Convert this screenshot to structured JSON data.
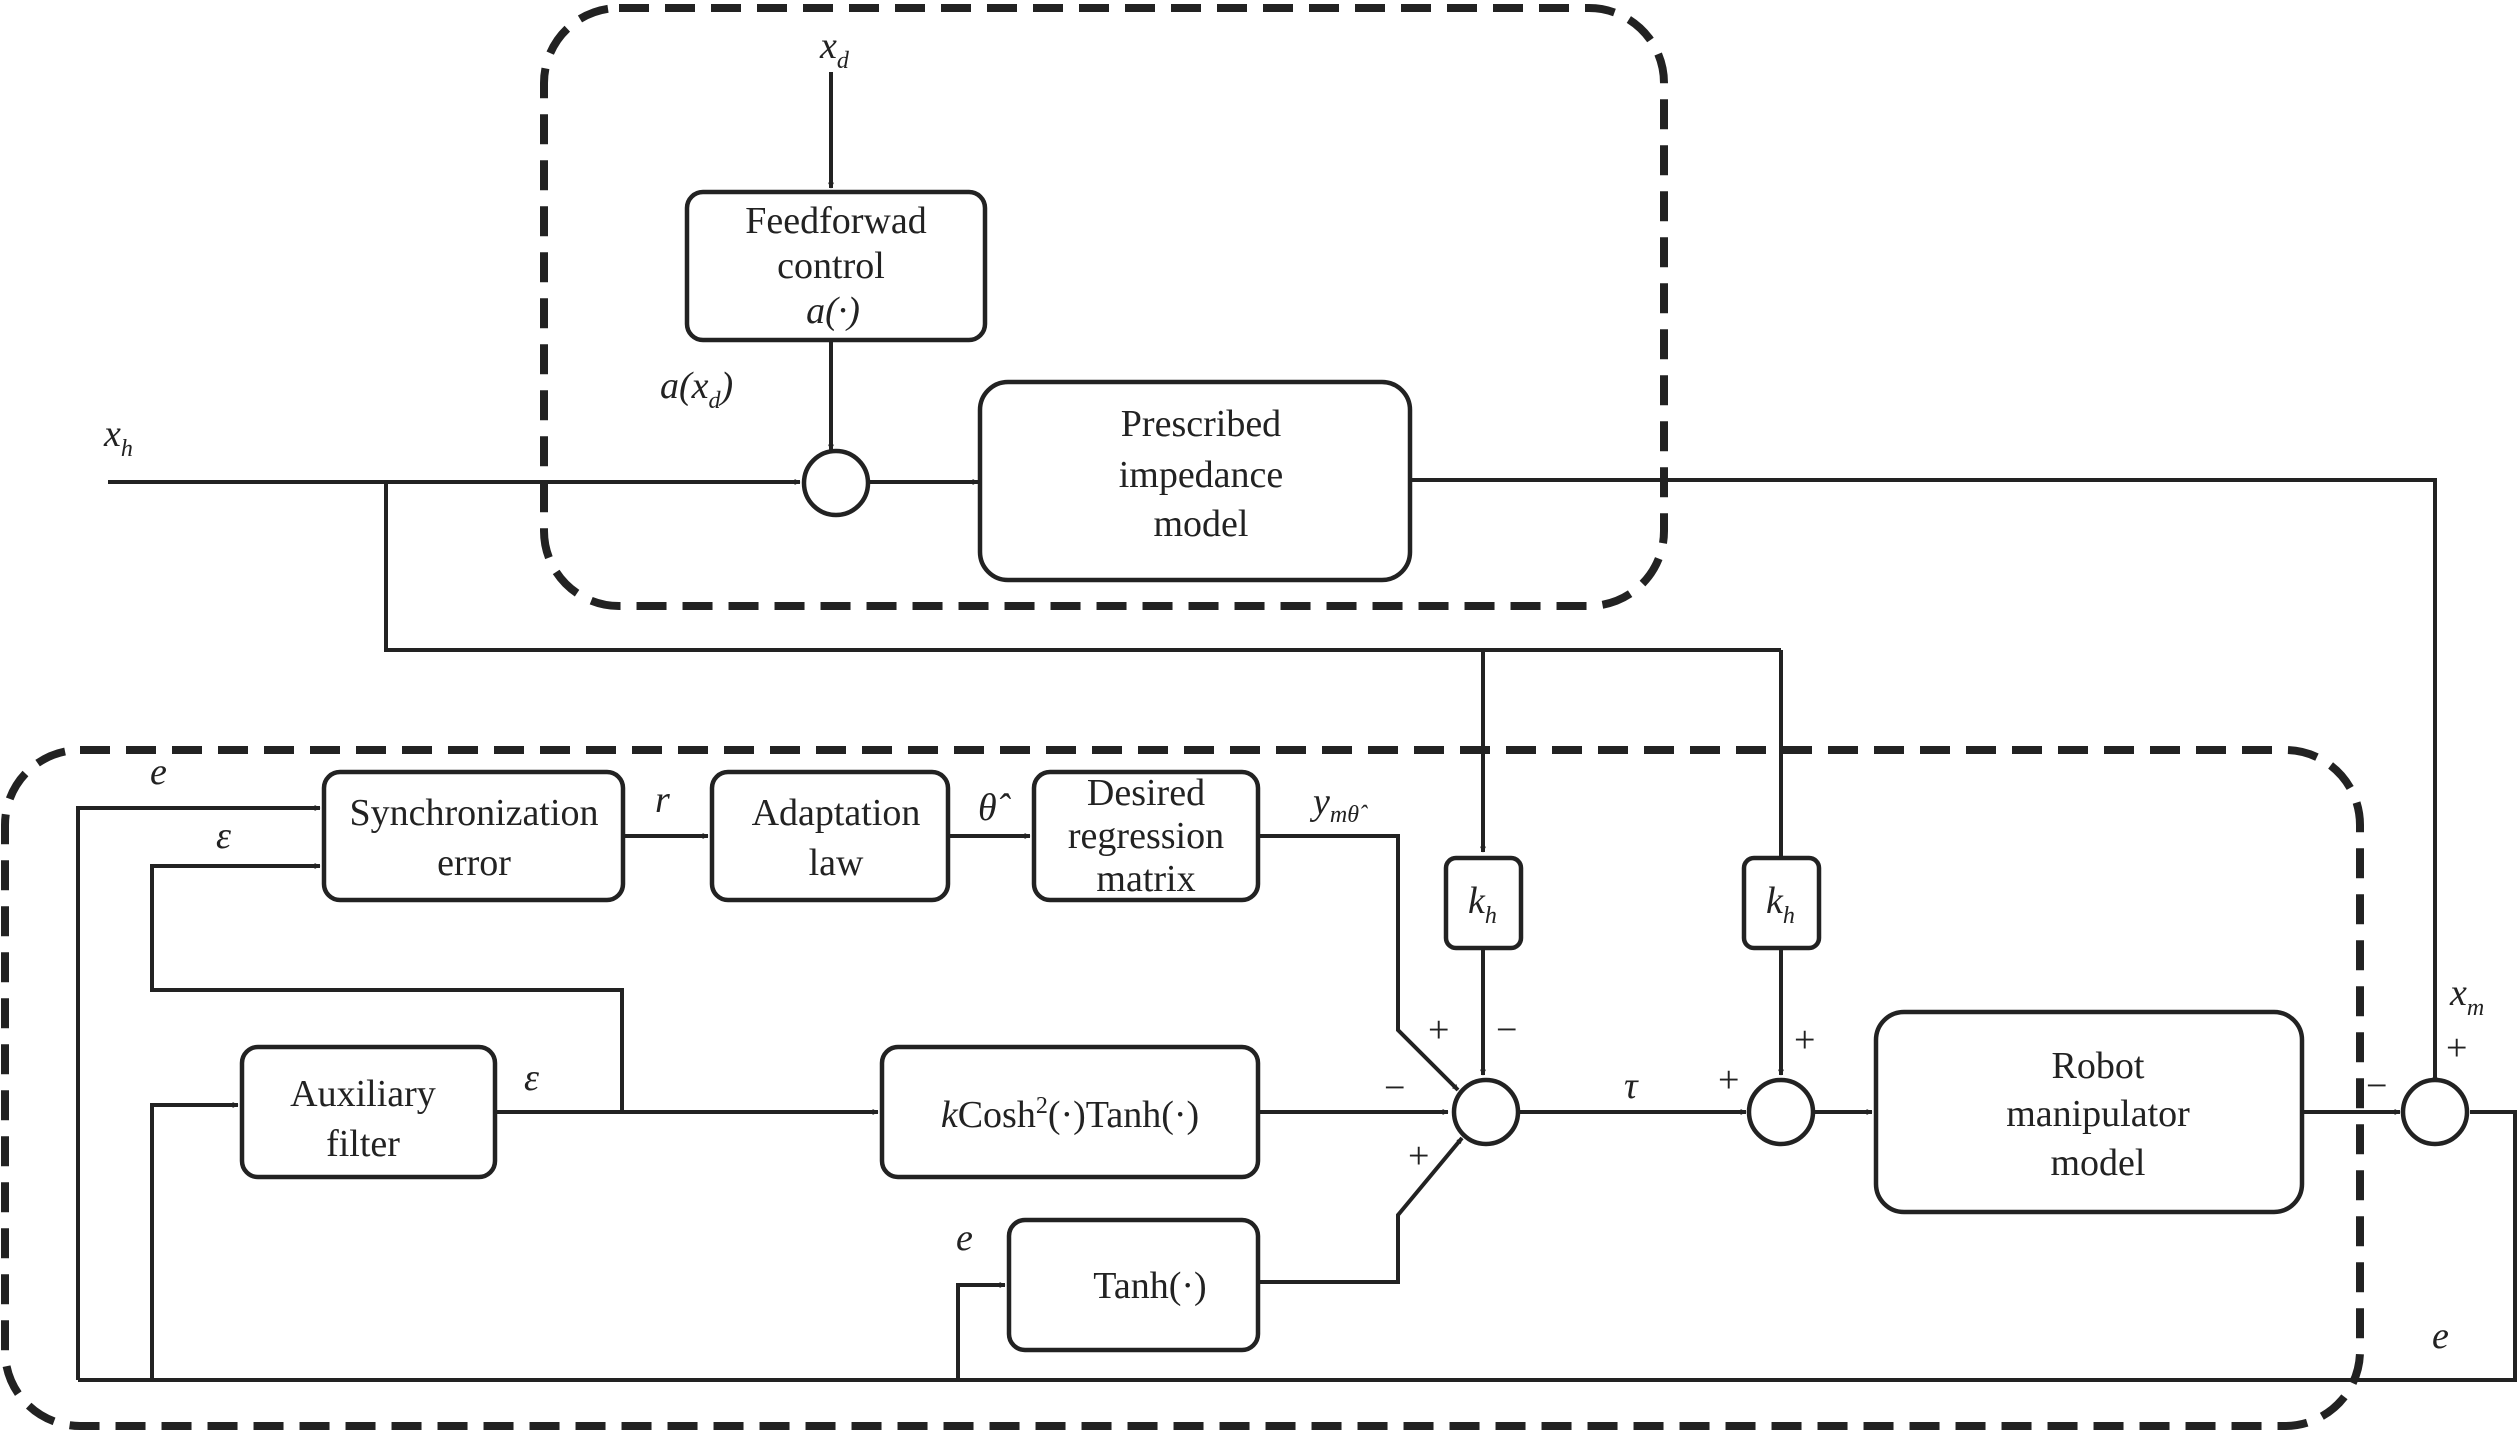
{
  "blocks": {
    "feedforward": {
      "line1": "Feedforwad",
      "line2": "control",
      "line3": "a(·)"
    },
    "impedance": {
      "line1": "Prescribed",
      "line2": "impedance",
      "line3": "model"
    },
    "sync_error": {
      "line1": "Synchronization",
      "line2": "error"
    },
    "adaptation": {
      "line1": "Adaptation",
      "line2": "law"
    },
    "regression": {
      "line1": "Desired",
      "line2": "regression",
      "line3": "matrix"
    },
    "aux_filter": {
      "line1": "Auxiliary",
      "line2": "filter"
    },
    "cosh_tanh": {
      "k": "k",
      "mid": "Cosh",
      "sup": "2",
      "rest": "(·)Tanh(·)"
    },
    "tanh": {
      "label": "Tanh(·)"
    },
    "kh_left": {
      "base": "k",
      "sub": "h"
    },
    "kh_right": {
      "base": "k",
      "sub": "h"
    },
    "robot": {
      "line1": "Robot",
      "line2": "manipulator",
      "line3": "model"
    }
  },
  "signals": {
    "xd": {
      "base": "x",
      "sub": "d"
    },
    "a_xd": {
      "pre": "a(x",
      "sub": "d",
      "post": ")"
    },
    "xh": {
      "base": "x",
      "sub": "h"
    },
    "xm": {
      "base": "x",
      "sub": "m"
    },
    "e_top": "e",
    "eps_top": "ε",
    "r": "r",
    "theta_hat": "θ̂",
    "ym_theta": {
      "base": "y",
      "sub": "mθ̂"
    },
    "eps_mid": "ε",
    "e_tanh": "e",
    "tau": "τ",
    "e_right": "e"
  },
  "signs": {
    "s1_top_plus": "+",
    "s1_top_minus": "−",
    "s1_left_minus": "−",
    "s1_bottom_plus": "+",
    "s2_left_plus": "+",
    "s2_top_plus": "+",
    "s3_left_minus": "−",
    "s3_top_plus": "+"
  }
}
